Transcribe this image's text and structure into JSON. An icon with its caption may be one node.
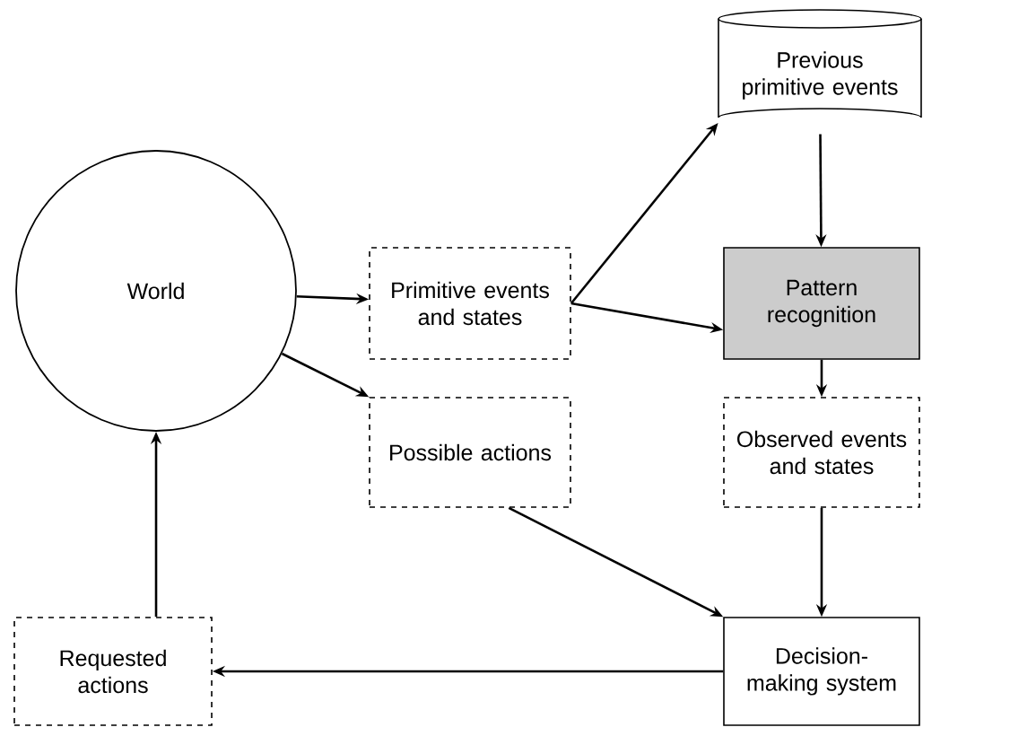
{
  "diagram": {
    "nodes": [
      {
        "text": [
          "World"
        ]
      },
      {
        "text": [
          "Primitive events and states"
        ]
      },
      {
        "text": [
          "Previous primitive events"
        ]
      },
      {
        "text": [
          "Pattern recognition"
        ]
      },
      {
        "text": [
          "Possible actions"
        ]
      },
      {
        "text": [
          "Observed events and states"
        ]
      },
      {
        "text": [
          "Requested actions"
        ]
      },
      {
        "text": [
          "Decision-making system"
        ]
      }
    ],
    "edges": [
      {
        "from": 0,
        "to": 1,
        "arrow": "to"
      },
      {
        "from": 1,
        "to": 2,
        "arrow": "to"
      },
      {
        "from": 1,
        "to": 3,
        "arrow": "to"
      },
      {
        "from": 2,
        "to": 3,
        "arrow": "to"
      },
      {
        "from": 3,
        "to": 5,
        "arrow": "to"
      },
      {
        "from": 0,
        "to": 4,
        "arrow": "to"
      },
      {
        "from": 4,
        "to": 7,
        "arrow": "to"
      },
      {
        "from": 5,
        "to": 7,
        "arrow": "to"
      },
      {
        "from": 7,
        "to": 6,
        "arrow": "to"
      },
      {
        "from": 6,
        "to": 0,
        "arrow": "to"
      }
    ]
  }
}
